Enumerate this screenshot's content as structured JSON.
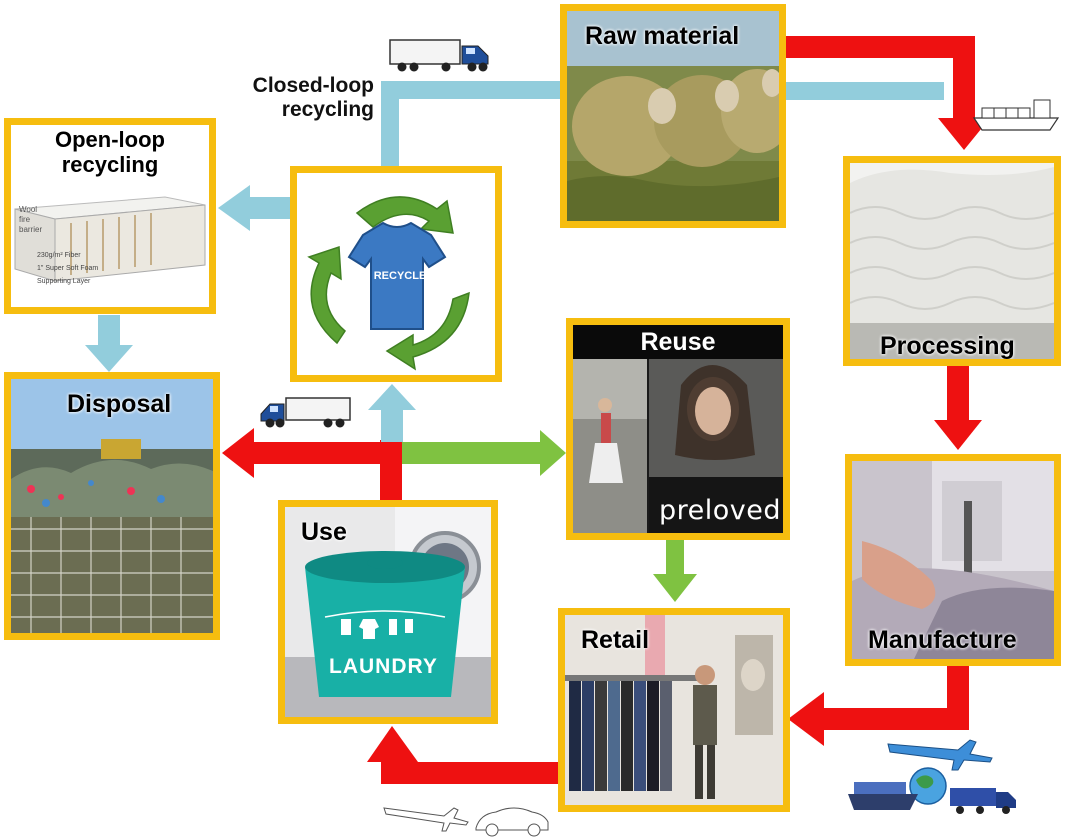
{
  "nodes": {
    "raw_material": "Raw material",
    "processing": "Processing",
    "manufacture": "Manufacture",
    "retail": "Retail",
    "use": "Use",
    "reuse": "Reuse",
    "disposal": "Disposal",
    "open_loop": "Open-loop\nrecycling",
    "recycle_box": "RECYCLE"
  },
  "closed_loop_label": "Closed-loop\nrecycling",
  "image_text": {
    "preloved": "preloved",
    "laundry": "LAUNDRY",
    "mattress_1": "Wool",
    "mattress_2": "fire",
    "mattress_3": "barrier",
    "mattress_4": "230g/m² Fiber",
    "mattress_5": "1\" Super Soft Foam",
    "mattress_6": "Supporting Layer"
  },
  "colors": {
    "frame": "#f6bd0f",
    "virgin_flow": "#ee1111",
    "recycle_flow": "#92cddc",
    "reuse_flow": "#7fc241"
  }
}
